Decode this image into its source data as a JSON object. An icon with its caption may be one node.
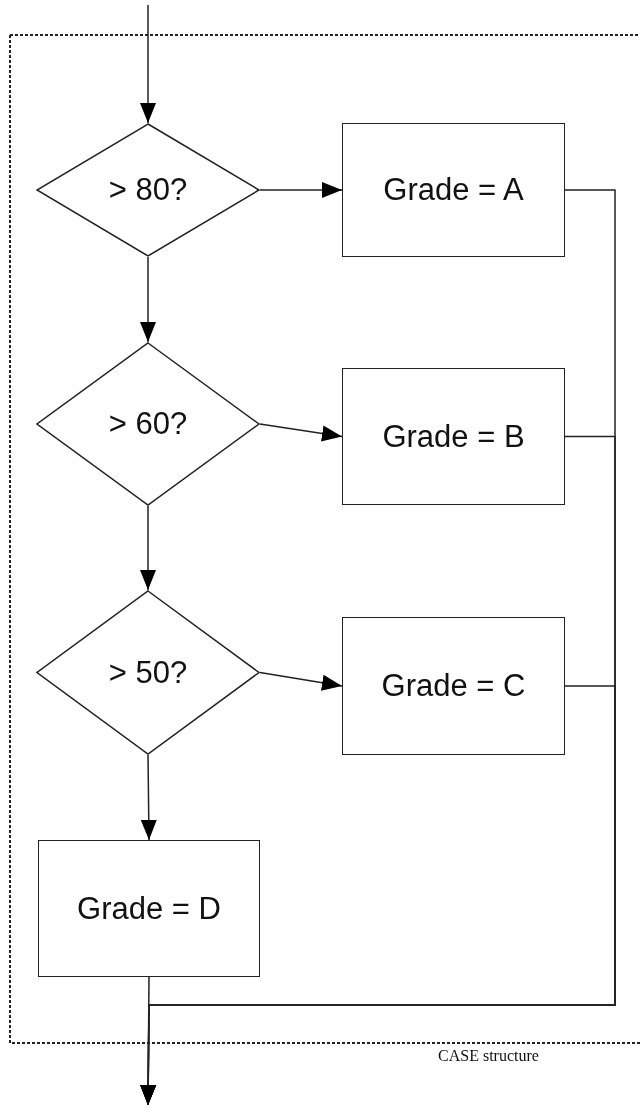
{
  "diagram": {
    "caption": "CASE structure",
    "nodes": [
      {
        "text": [
          "> 80?"
        ]
      },
      {
        "text": [
          "Grade = A"
        ]
      },
      {
        "text": [
          "> 60?"
        ]
      },
      {
        "text": [
          "Grade = B"
        ]
      },
      {
        "text": [
          "> 50?"
        ]
      },
      {
        "text": [
          "Grade = C"
        ]
      },
      {
        "text": [
          "Grade = D"
        ]
      }
    ],
    "edges": [
      {
        "from": null,
        "to": 0,
        "arrow": "to"
      },
      {
        "from": 0,
        "to": 1,
        "arrow": "to"
      },
      {
        "from": 0,
        "to": 2,
        "arrow": "to"
      },
      {
        "from": 2,
        "to": 3,
        "arrow": "to"
      },
      {
        "from": 2,
        "to": 4,
        "arrow": "to"
      },
      {
        "from": 4,
        "to": 5,
        "arrow": "to"
      },
      {
        "from": 4,
        "to": 6,
        "arrow": "to"
      },
      {
        "from": 1,
        "to": null,
        "arrow": "to"
      },
      {
        "from": 3,
        "to": null,
        "arrow": "to"
      },
      {
        "from": 5,
        "to": null,
        "arrow": "to"
      },
      {
        "from": 6,
        "to": null,
        "arrow": "to"
      }
    ]
  }
}
